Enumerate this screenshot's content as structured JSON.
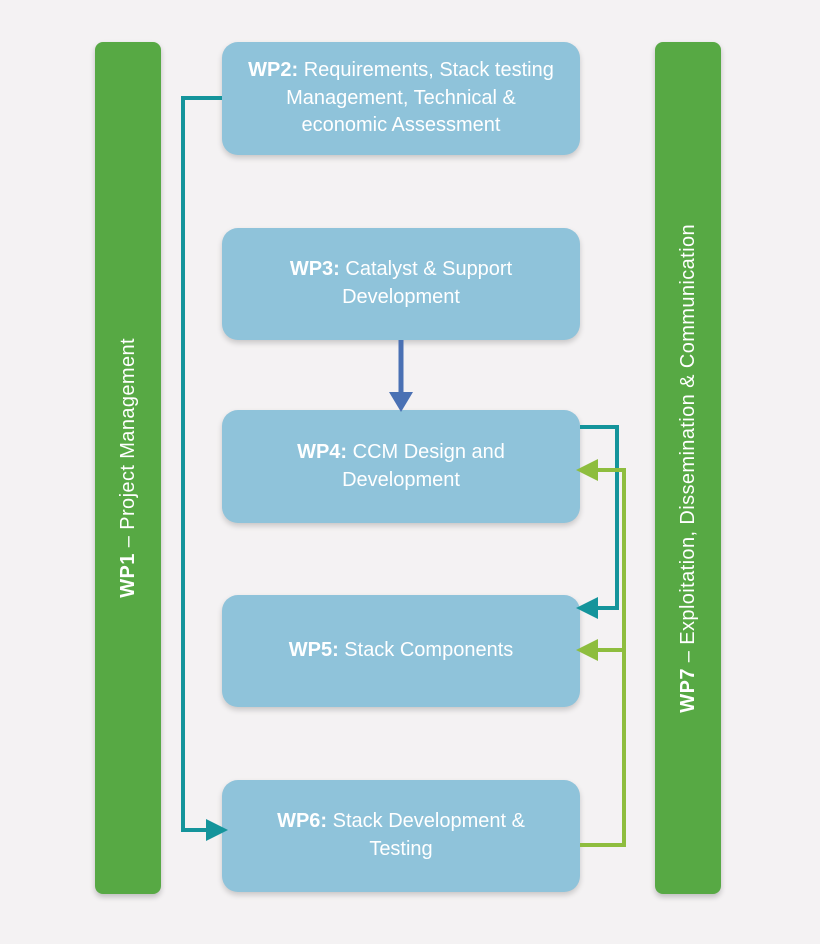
{
  "diagram": {
    "left_bar": {
      "bold": "WP1",
      "text": " – Project Management"
    },
    "right_bar": {
      "bold": "WP7",
      "text": " – Exploitation, Dissemination & Communication"
    },
    "boxes": [
      {
        "id": "wp2",
        "bold": "WP2:",
        "text": " Requirements, Stack testing Management, Technical & economic Assessment"
      },
      {
        "id": "wp3",
        "bold": "WP3:",
        "text": " Catalyst & Support Development"
      },
      {
        "id": "wp4",
        "bold": "WP4:",
        "text": " CCM Design and Development"
      },
      {
        "id": "wp5",
        "bold": "WP5:",
        "text": " Stack Components"
      },
      {
        "id": "wp6",
        "bold": "WP6:",
        "text": " Stack Development & Testing"
      }
    ],
    "colors": {
      "background": "#f4f2f3",
      "bar_green": "#57a944",
      "box_blue": "#8fc3da",
      "arrow_teal": "#14949b",
      "arrow_blue": "#4a71b4",
      "arrow_lime": "#8ebd3e",
      "text_white": "#ffffff"
    }
  }
}
